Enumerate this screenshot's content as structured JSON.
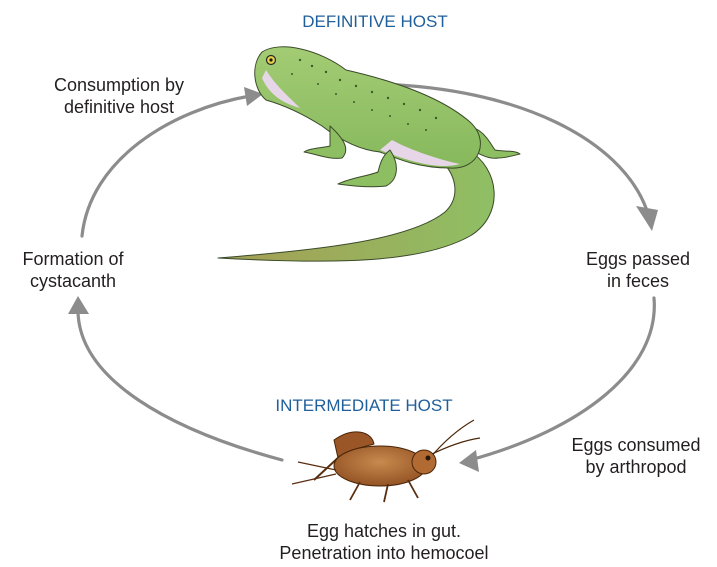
{
  "definitive_host": {
    "title": "DEFINITIVE HOST",
    "organism": "lizard-illustration"
  },
  "intermediate_host": {
    "title": "INTERMEDIATE HOST",
    "organism": "cricket-illustration"
  },
  "stages": {
    "consumption": {
      "line1": "Consumption by",
      "line2": "definitive host"
    },
    "eggs_passed": {
      "line1": "Eggs passed",
      "line2": "in feces"
    },
    "eggs_consumed": {
      "line1": "Eggs consumed",
      "line2": "by arthropod"
    },
    "hatch": {
      "line1": "Egg hatches in gut.",
      "line2": "Penetration into hemocoel"
    },
    "formation": {
      "line1": "Formation of",
      "line2": "cystacanth"
    }
  },
  "colors": {
    "host_title": "#1f5f9b",
    "text": "#231f20",
    "arrow": "#8c8c8c",
    "lizard_body": "#93c26a",
    "lizard_tail": "#9ba55a",
    "lizard_belly": "#e7d6e8",
    "cricket": "#a8612c"
  }
}
